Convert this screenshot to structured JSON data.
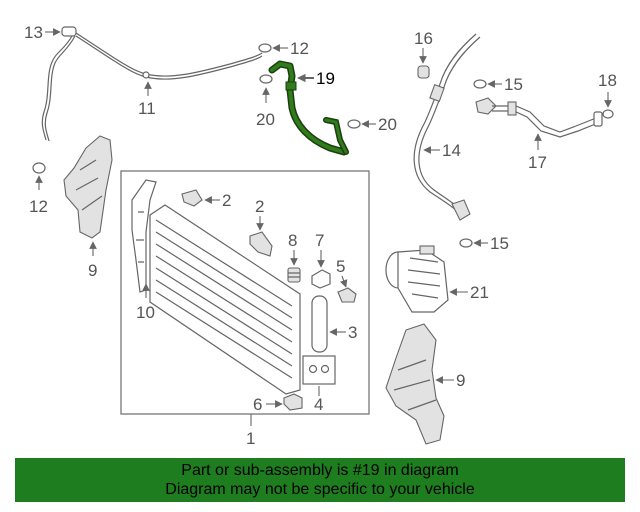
{
  "callouts": {
    "c13": "13",
    "c11": "11",
    "c12a": "12",
    "c12b": "12",
    "c19": "19",
    "c20a": "20",
    "c20b": "20",
    "c16": "16",
    "c15a": "15",
    "c15b": "15",
    "c18": "18",
    "c14": "14",
    "c17": "17",
    "c2a": "2",
    "c2b": "2",
    "c8": "8",
    "c7": "7",
    "c5": "5",
    "c3": "3",
    "c4": "4",
    "c6": "6",
    "c1": "1",
    "c9a": "9",
    "c9b": "9",
    "c10": "10",
    "c21": "21"
  },
  "highlight": {
    "part_number": "19",
    "color": "#2e7d1a"
  },
  "banner": {
    "line1": "Part or sub-assembly is #19 in diagram",
    "line2": "Diagram may not be specific to your vehicle",
    "bg_color": "#1e7d1e"
  }
}
